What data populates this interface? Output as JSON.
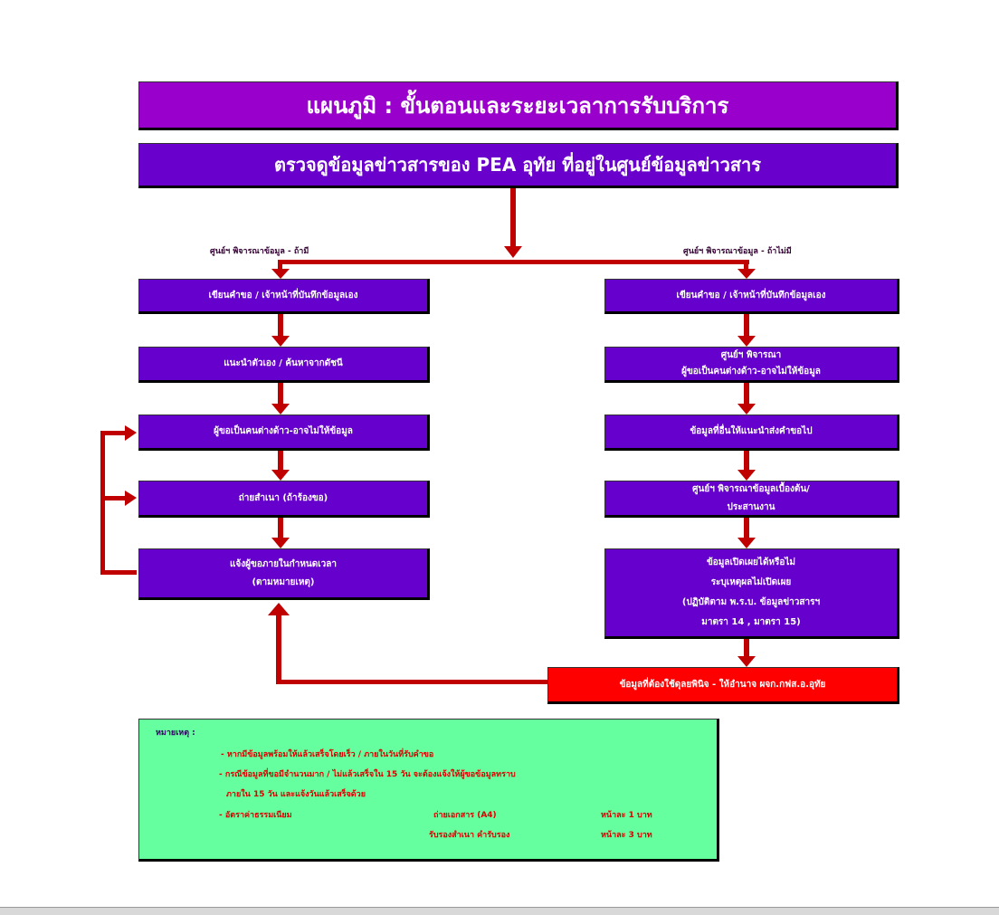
{
  "title": "แผนภูมิ : ขั้นตอนและระยะเวลาการรับบริการ",
  "subtitle": "ตรวจดูข้อมูลข่าวสารของ PEA อุทัย  ที่อยู่ในศูนย์ข้อมูลข่าวสาร",
  "left_branch": {
    "label": "ศูนย์ฯ พิจารณาข้อมูล - ถ้ามี",
    "steps": [
      [
        "เขียนคำขอ / เจ้าหน้าที่บันทึกข้อมูลเอง"
      ],
      [
        "แนะนำตัวเอง / ค้นหาจากดัชนี"
      ],
      [
        "ผู้ขอเป็นคนต่างด้าว-อาจไม่ให้ข้อมูล"
      ],
      [
        "ถ่ายสำเนา (ถ้าร้องขอ)"
      ],
      [
        "แจ้งผู้ขอภายในกำหนดเวลา",
        "(ตามหมายเหตุ)"
      ]
    ]
  },
  "right_branch": {
    "label": "ศูนย์ฯ พิจารณาข้อมูล - ถ้าไม่มี",
    "steps": [
      [
        "เขียนคำขอ / เจ้าหน้าที่บันทึกข้อมูลเอง"
      ],
      [
        "ศูนย์ฯ พิจารณา",
        "ผู้ขอเป็นคนต่างด้าว-อาจไม่ให้ข้อมูล"
      ],
      [
        "ข้อมูลที่อื่นให้แนะนำส่งคำขอไป"
      ],
      [
        "ศูนย์ฯ พิจารณาข้อมูลเบื้องต้น/",
        "ประสานงาน"
      ],
      [
        "ข้อมูลเปิดเผยได้หรือไม่",
        "ระบุเหตุผลไม่เปิดเผย",
        "(ปฏิบัติตาม พ.ร.บ. ข้อมูลข่าวสารฯ",
        "มาตรา 14 , มาตรา 15)"
      ]
    ],
    "discretion": "ข้อมูลที่ต้องใช้ดุลยพินิจ - ให้อำนาจ ผจก.กฟส.อ.อุทัย"
  },
  "notes": {
    "heading": "หมายเหตุ :",
    "line1": "- หากมีข้อมูลพร้อมให้แล้วเสร็จโดยเร็ว / ภายในวันที่รับคำขอ",
    "line2": "- กรณีข้อมูลที่ขอมีจำนวนมาก / ไม่แล้วเสร็จใน 15 วัน จะต้องแจ้งให้ผู้ขอข้อมูลทราบ",
    "line3": "ภายใน 15 วัน และแจ้งวันแล้วเสร็จด้วย",
    "fee_label": "- อัตราค่าธรรมเนียม",
    "fee1_item": "ถ่ายเอกสาร (A4)",
    "fee1_price": "หน้าละ  1  บาท",
    "fee2_item": "รับรองสำเนา คำรับรอง",
    "fee2_price": "หน้าละ   3  บาท"
  }
}
